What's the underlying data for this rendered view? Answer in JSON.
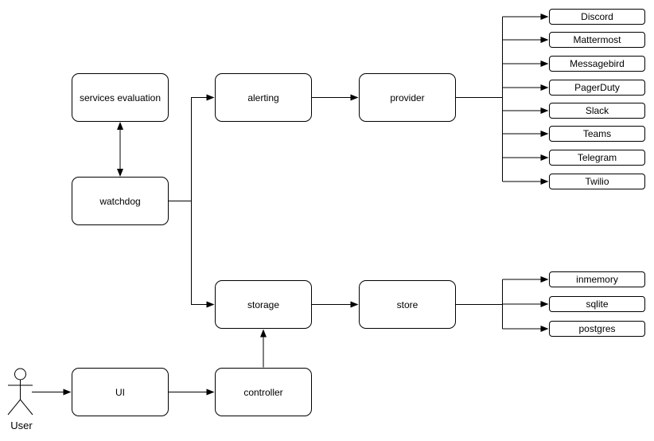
{
  "nodes": {
    "services_evaluation": "services evaluation",
    "watchdog": "watchdog",
    "alerting": "alerting",
    "provider": "provider",
    "storage": "storage",
    "store": "store",
    "ui": "UI",
    "controller": "controller"
  },
  "providers": [
    "Discord",
    "Mattermost",
    "Messagebird",
    "PagerDuty",
    "Slack",
    "Teams",
    "Telegram",
    "Twilio"
  ],
  "stores": [
    "inmemory",
    "sqlite",
    "postgres"
  ],
  "actor": {
    "label": "User"
  },
  "colors": {
    "stroke": "#000000",
    "node_fill": "#ffffff",
    "background": "#ffffff"
  },
  "edges": [
    {
      "from": "watchdog",
      "to": "services evaluation",
      "arrows": "both"
    },
    {
      "from": "watchdog",
      "to": "alerting",
      "arrows": "end"
    },
    {
      "from": "watchdog",
      "to": "storage",
      "arrows": "end"
    },
    {
      "from": "alerting",
      "to": "provider",
      "arrows": "end"
    },
    {
      "from": "provider",
      "to": "Discord",
      "arrows": "end"
    },
    {
      "from": "provider",
      "to": "Mattermost",
      "arrows": "end"
    },
    {
      "from": "provider",
      "to": "Messagebird",
      "arrows": "end"
    },
    {
      "from": "provider",
      "to": "PagerDuty",
      "arrows": "end"
    },
    {
      "from": "provider",
      "to": "Slack",
      "arrows": "end"
    },
    {
      "from": "provider",
      "to": "Teams",
      "arrows": "end"
    },
    {
      "from": "provider",
      "to": "Telegram",
      "arrows": "end"
    },
    {
      "from": "provider",
      "to": "Twilio",
      "arrows": "end"
    },
    {
      "from": "storage",
      "to": "store",
      "arrows": "end"
    },
    {
      "from": "store",
      "to": "inmemory",
      "arrows": "end"
    },
    {
      "from": "store",
      "to": "sqlite",
      "arrows": "end"
    },
    {
      "from": "store",
      "to": "postgres",
      "arrows": "end"
    },
    {
      "from": "User",
      "to": "UI",
      "arrows": "end"
    },
    {
      "from": "UI",
      "to": "controller",
      "arrows": "end"
    },
    {
      "from": "controller",
      "to": "storage",
      "arrows": "end"
    }
  ]
}
